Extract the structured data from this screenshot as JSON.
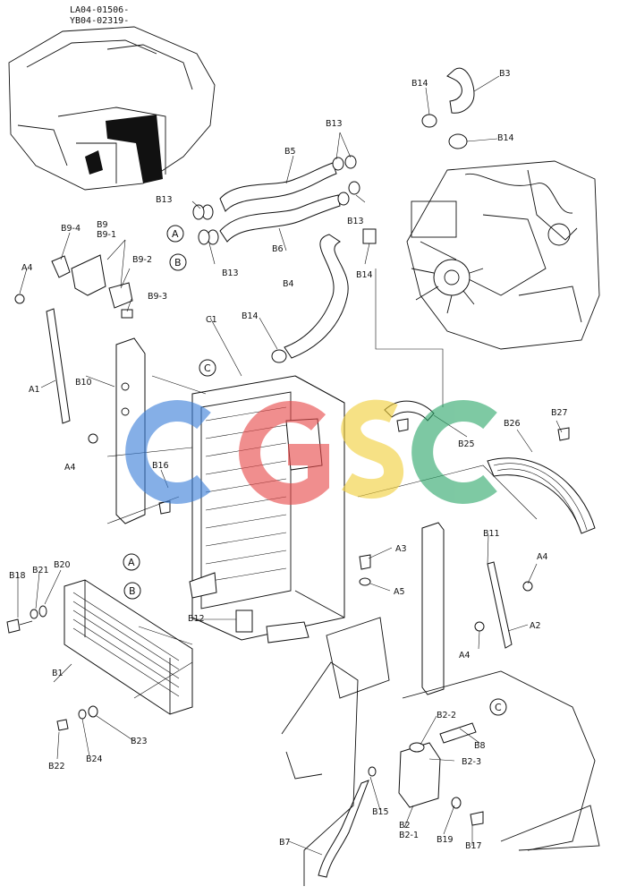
{
  "header": {
    "line1": "LA04-01506-",
    "line2": "YB04-02319-"
  },
  "circled": {
    "a": "A",
    "b": "B",
    "c": "C"
  },
  "watermark": {
    "letters": [
      "C",
      "G",
      "S",
      "C"
    ],
    "colors": [
      "#3b7fd9",
      "#e84a4a",
      "#f2cf3b",
      "#2ea86b"
    ]
  },
  "labels": {
    "B3": "B3",
    "B14": "B14",
    "B13": "B13",
    "B5": "B5",
    "B6": "B6",
    "B4": "B4",
    "B9_4": "B9-4",
    "B9": "B9",
    "B9_1": "B9-1",
    "B9_2": "B9-2",
    "B9_3": "B9-3",
    "A4": "A4",
    "A1": "A1",
    "B10": "B10",
    "C1": "C1",
    "B16": "B16",
    "B25": "B25",
    "B26": "B26",
    "B27": "B27",
    "A3": "A3",
    "A5": "A5",
    "B11": "B11",
    "A2": "A2",
    "B18": "B18",
    "B21": "B21",
    "B20": "B20",
    "B1": "B1",
    "B12": "B12",
    "B22": "B22",
    "B24": "B24",
    "B23": "B23",
    "B2_2": "B2-2",
    "B2_3": "B2-3",
    "B8": "B8",
    "B15": "B15",
    "B2": "B2",
    "B2_1": "B2-1",
    "B19": "B19",
    "B17": "B17",
    "B7": "B7"
  }
}
